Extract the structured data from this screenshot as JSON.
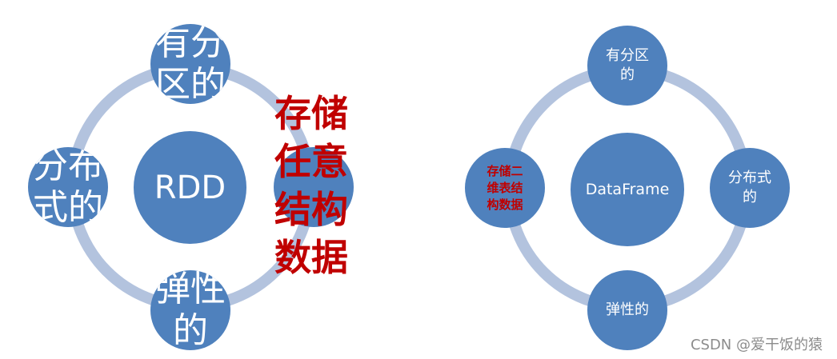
{
  "left_diagram": {
    "center": "RDD",
    "top": "有分\n区的",
    "left": "分布\n式的",
    "bottom": "弹性\n的",
    "right_label": "存储\n任意\n结构\n数据"
  },
  "right_diagram": {
    "center": "DataFrame",
    "top": "有分区\n的",
    "right": "分布式\n的",
    "bottom": "弹性的",
    "left": "存储二\n维表结\n构数据"
  },
  "watermark": "CSDN @爱干饭的猿",
  "colors": {
    "node_fill": "#4f81bd",
    "ring": "#b3c3de",
    "highlight_text": "#c00000"
  }
}
